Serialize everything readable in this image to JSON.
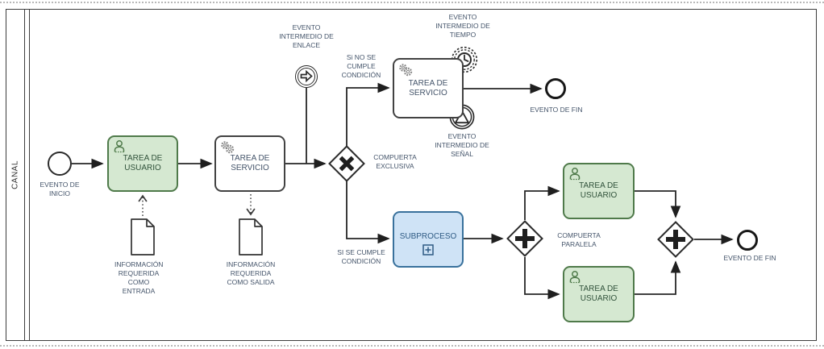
{
  "pool": {
    "label": "CANAL"
  },
  "nodes": {
    "start_event": {
      "label": "EVENTO DE INICIO"
    },
    "user_task_1": {
      "label": "TAREA DE USUARIO"
    },
    "data_input": {
      "label": "INFORMACIÓN REQUERIDA COMO ENTRADA"
    },
    "service_task_1": {
      "label": "TAREA DE SERVICIO"
    },
    "data_output": {
      "label": "INFORMACIÓN REQUERIDA COMO SALIDA"
    },
    "link_event": {
      "label": "EVENTO INTERMEDIO DE ENLACE"
    },
    "exclusive_gateway": {
      "label": "COMPUERTA EXCLUSIVA"
    },
    "service_task_2": {
      "label": "TAREA DE SERVICIO"
    },
    "timer_event": {
      "label": "EVENTO INTERMEDIO DE TIEMPO"
    },
    "signal_event": {
      "label": "EVENTO INTERMEDIO DE SEÑAL"
    },
    "end_event_1": {
      "label": "EVENTO DE FIN"
    },
    "subprocess": {
      "label": "SUBPROCESO"
    },
    "parallel_gateway": {
      "label": "COMPUERTA PARALELA"
    },
    "user_task_2": {
      "label": "TAREA DE USUARIO"
    },
    "user_task_3": {
      "label": "TAREA DE USUARIO"
    },
    "end_event_2": {
      "label": "EVENTO DE FIN"
    }
  },
  "flows": {
    "condition_not_met": "Si NO SE CUMPLE CONDICIÓN",
    "condition_met": "SI SE CUMPLE CONDICIÓN"
  },
  "colors": {
    "task_green_fill": "#d5e8d1",
    "task_green_border": "#4f7a4a",
    "task_blue_fill": "#cfe3f6",
    "task_blue_border": "#39719c",
    "task_white_border": "#424242",
    "label_text": "#44546A",
    "connector": "#262626"
  },
  "icons": {
    "user": "user-icon",
    "gear": "gear-icon",
    "timer": "timer-clock-icon",
    "signal": "signal-triangle-icon",
    "link": "link-arrow-icon",
    "subprocess_marker": "subprocess-plus-icon",
    "data_object": "document-icon",
    "exclusive": "exclusive-x-icon",
    "parallel": "parallel-plus-icon"
  }
}
